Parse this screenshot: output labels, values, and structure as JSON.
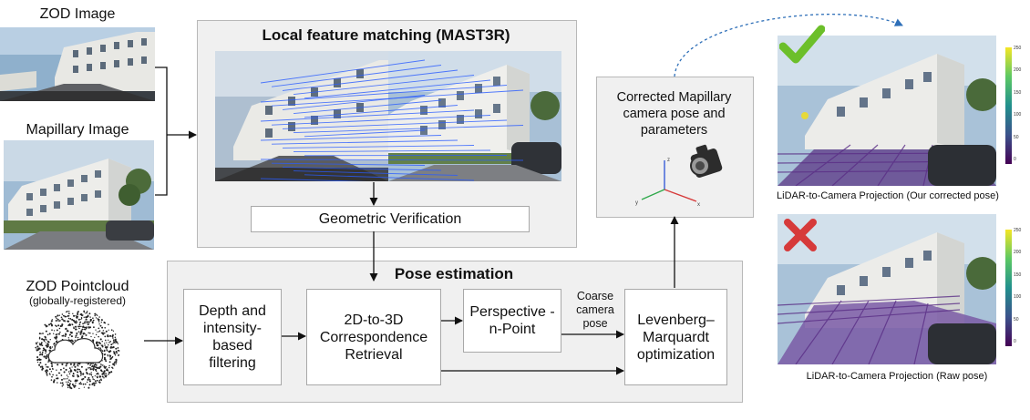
{
  "inputs": {
    "zod_image_label": "ZOD Image",
    "mapillary_image_label": "Mapillary Image",
    "pointcloud_title": "ZOD Pointcloud",
    "pointcloud_subtitle": "(globally-registered)"
  },
  "matching": {
    "title": "Local feature matching (MAST3R)",
    "verification_label": "Geometric Verification"
  },
  "pose_estimation": {
    "title": "Pose estimation",
    "steps": [
      "Depth and intensity-based filtering",
      "2D-to-3D Correspondence Retrieval",
      "Perspective -n-Point",
      "Levenberg–Marquardt optimization"
    ],
    "coarse_label": "Coarse camera pose"
  },
  "output": {
    "corrected_label": "Corrected Mapillary camera pose and parameters",
    "axes": {
      "x": "x",
      "y": "y",
      "z": "z"
    }
  },
  "results": {
    "corrected_caption": "LiDAR-to-Camera Projection (Our corrected pose)",
    "raw_caption": "LiDAR-to-Camera Projection (Raw pose)",
    "colorbar_ticks": [
      "250",
      "200",
      "150",
      "100",
      "50",
      "0"
    ],
    "check_color": "#6cbf2a",
    "cross_color": "#d63a3a",
    "colormap": [
      "#440154",
      "#3b528b",
      "#21908d",
      "#5cc863",
      "#f5e625"
    ]
  },
  "colors": {
    "arrow": "#111111",
    "match_lines": "#2a5cff",
    "dashed_arrow": "#2e6fb8"
  }
}
